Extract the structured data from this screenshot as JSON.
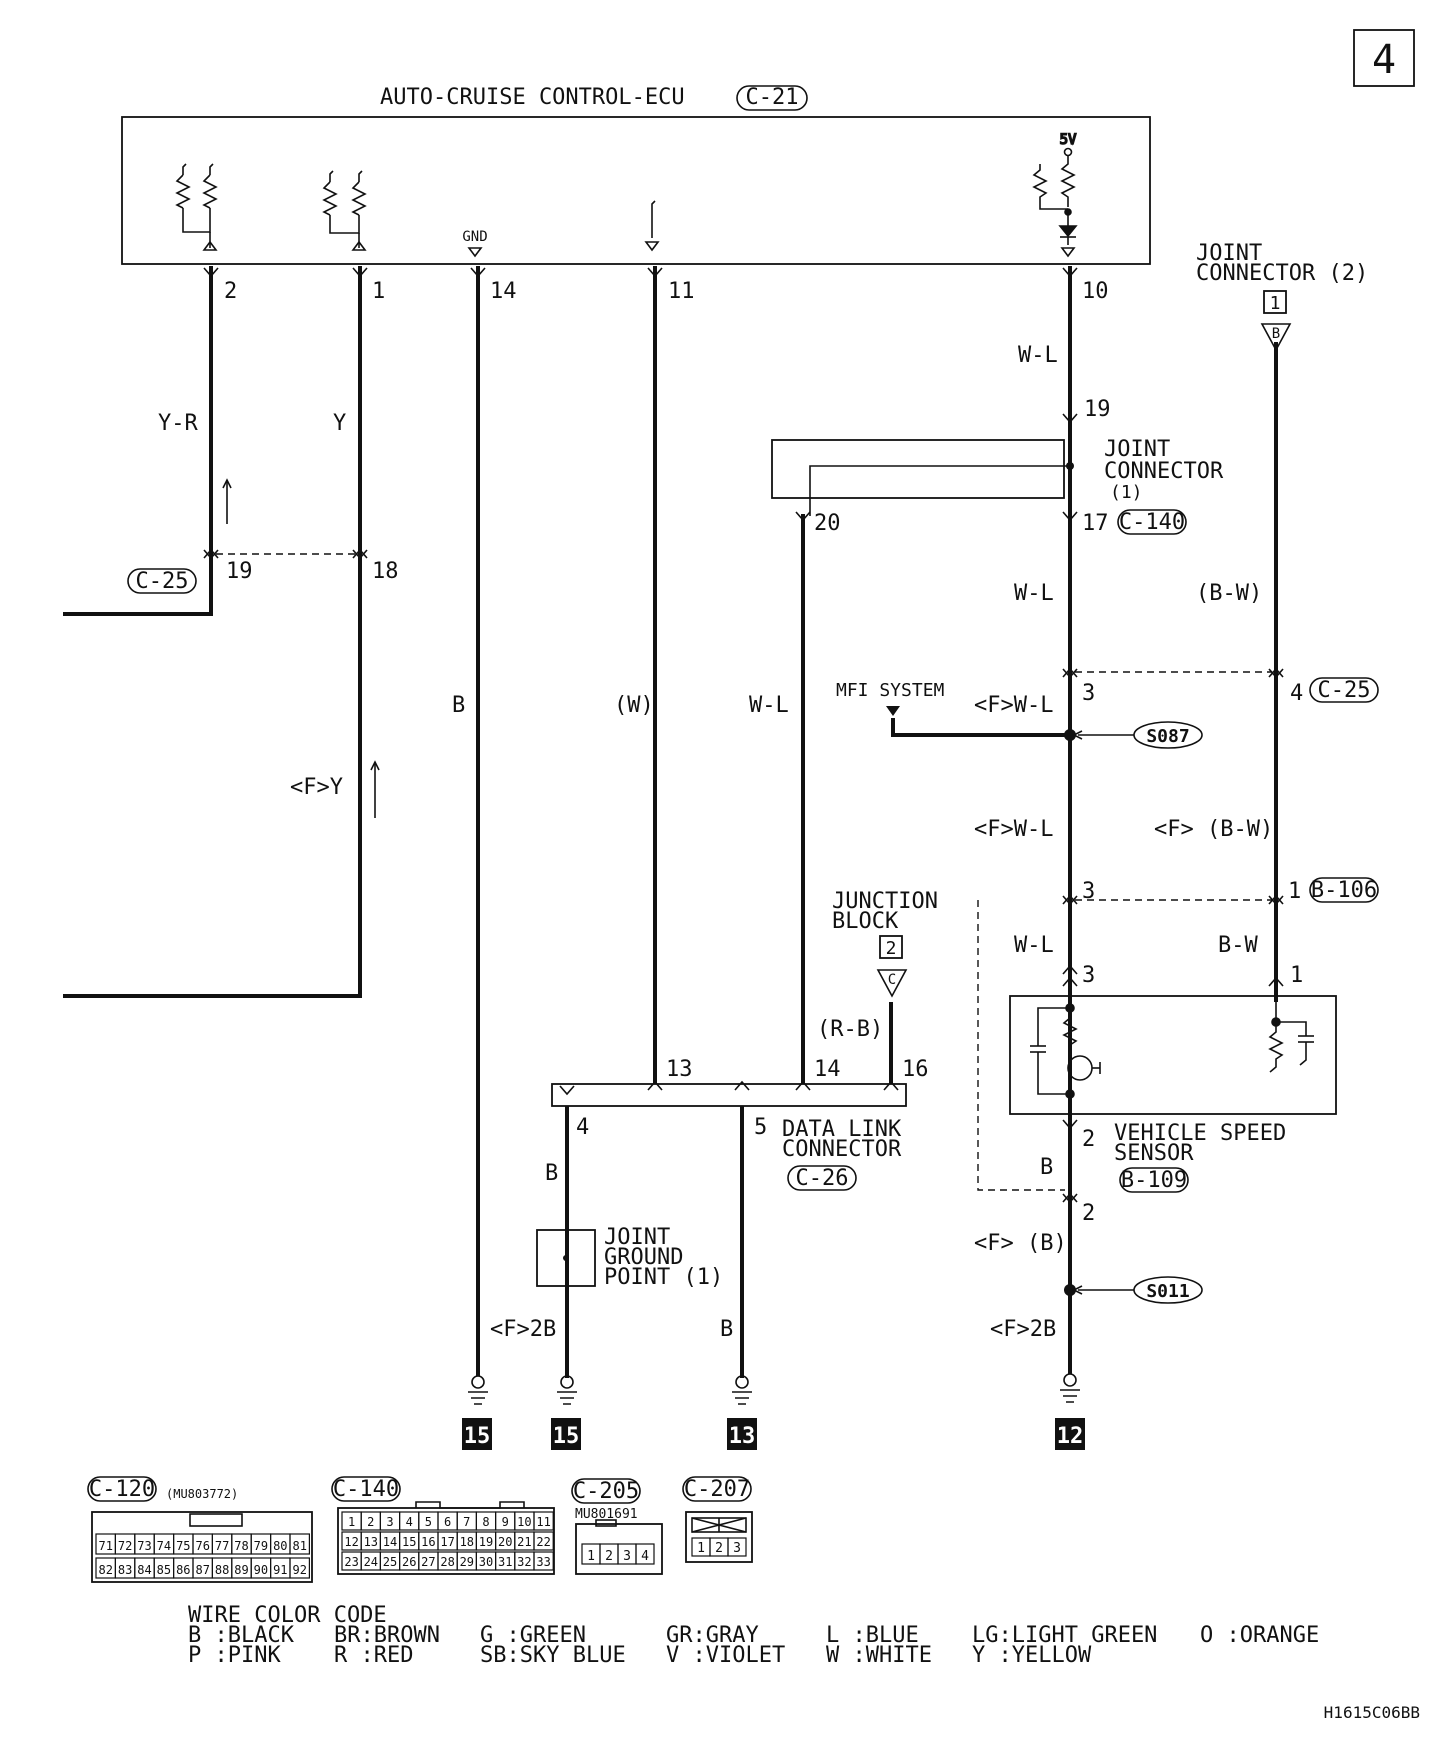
{
  "page_number": "4",
  "ecu": {
    "title": "AUTO-CRUISE CONTROL-ECU",
    "connector": "C-21",
    "gnd_label": "GND",
    "v5_label": "5V"
  },
  "pins": {
    "p2": "2",
    "p1": "1",
    "p14": "14",
    "p11": "11",
    "p10": "10"
  },
  "wires": {
    "y_r": "Y-R",
    "y": "Y",
    "f_y": "<F>Y",
    "b": "B",
    "w": "(W)",
    "w_l": "W-L",
    "f_w_l": "<F>W-L",
    "b_w_paren": "(B-W)",
    "f_b_w": "<F> (B-W)",
    "b_w": "B-W",
    "r_b": "(R-B)",
    "f_b": "<F> (B)",
    "f_2b": "<F>2B"
  },
  "c25_left": {
    "connector": "C-25",
    "pin_a": "19",
    "pin_b": "18"
  },
  "joint_connector_1": {
    "line1": "JOINT",
    "line2": "CONNECTOR",
    "line3": "(1)",
    "connector": "C-140",
    "pin_in": "19",
    "pin_out": "17",
    "pin_branch": "20"
  },
  "joint_connector_2": {
    "line1": "JOINT",
    "line2": "CONNECTOR (2)",
    "ref": "1",
    "term": "B"
  },
  "c25_right": {
    "connector": "C-25",
    "pin_left": "3",
    "pin_right": "4"
  },
  "mfi": {
    "label": "MFI SYSTEM",
    "splice": "S087"
  },
  "b106": {
    "connector": "B-106",
    "pin_left": "3",
    "pin_right": "1"
  },
  "vss": {
    "line1": "VEHICLE SPEED",
    "line2": "SENSOR",
    "connector": "B-109",
    "pin_3": "3",
    "pin_1": "1",
    "pin_2": "2",
    "pin_2b": "2"
  },
  "splice_ground": "S011",
  "junction_block": {
    "line1": "JUNCTION",
    "line2": "BLOCK",
    "ref": "2",
    "term": "C"
  },
  "dlc": {
    "line1": "DATA LINK",
    "line2": "CONNECTOR",
    "connector": "C-26",
    "pin13": "13",
    "pin14": "14",
    "pin16": "16",
    "pin4": "4",
    "pin5": "5"
  },
  "jgp": {
    "line1": "JOINT",
    "line2": "GROUND",
    "line3": "POINT (1)"
  },
  "grounds": [
    "15",
    "15",
    "13",
    "12"
  ],
  "connector_views": {
    "c120": {
      "label": "C-120",
      "part": "(MU803772)",
      "row1": [
        "71",
        "72",
        "73",
        "74",
        "75",
        "76",
        "77",
        "78",
        "79",
        "80",
        "81"
      ],
      "row2": [
        "82",
        "83",
        "84",
        "85",
        "86",
        "87",
        "88",
        "89",
        "90",
        "91",
        "92"
      ]
    },
    "c140": {
      "label": "C-140",
      "row1": [
        "1",
        "2",
        "3",
        "4",
        "5",
        "6",
        "7",
        "8",
        "9",
        "10",
        "11"
      ],
      "row2": [
        "12",
        "13",
        "14",
        "15",
        "16",
        "17",
        "18",
        "19",
        "20",
        "21",
        "22"
      ],
      "row3": [
        "23",
        "24",
        "25",
        "26",
        "27",
        "28",
        "29",
        "30",
        "31",
        "32",
        "33"
      ]
    },
    "c205": {
      "label": "C-205",
      "part": "MU801691",
      "cells": [
        "1",
        "2",
        "3",
        "4"
      ]
    },
    "c207": {
      "label": "C-207",
      "cells": [
        "1",
        "2",
        "3"
      ]
    }
  },
  "wire_color_code": {
    "title": "WIRE COLOR CODE",
    "row1": [
      "B :BLACK",
      "BR:BROWN",
      "G :GREEN",
      "GR:GRAY",
      "L :BLUE",
      "LG:LIGHT GREEN",
      "O :ORANGE"
    ],
    "row2": [
      "P :PINK",
      "R :RED",
      "SB:SKY BLUE",
      "V :VIOLET",
      "W :WHITE",
      "Y :YELLOW"
    ]
  },
  "figure_code": "H1615C06BB"
}
